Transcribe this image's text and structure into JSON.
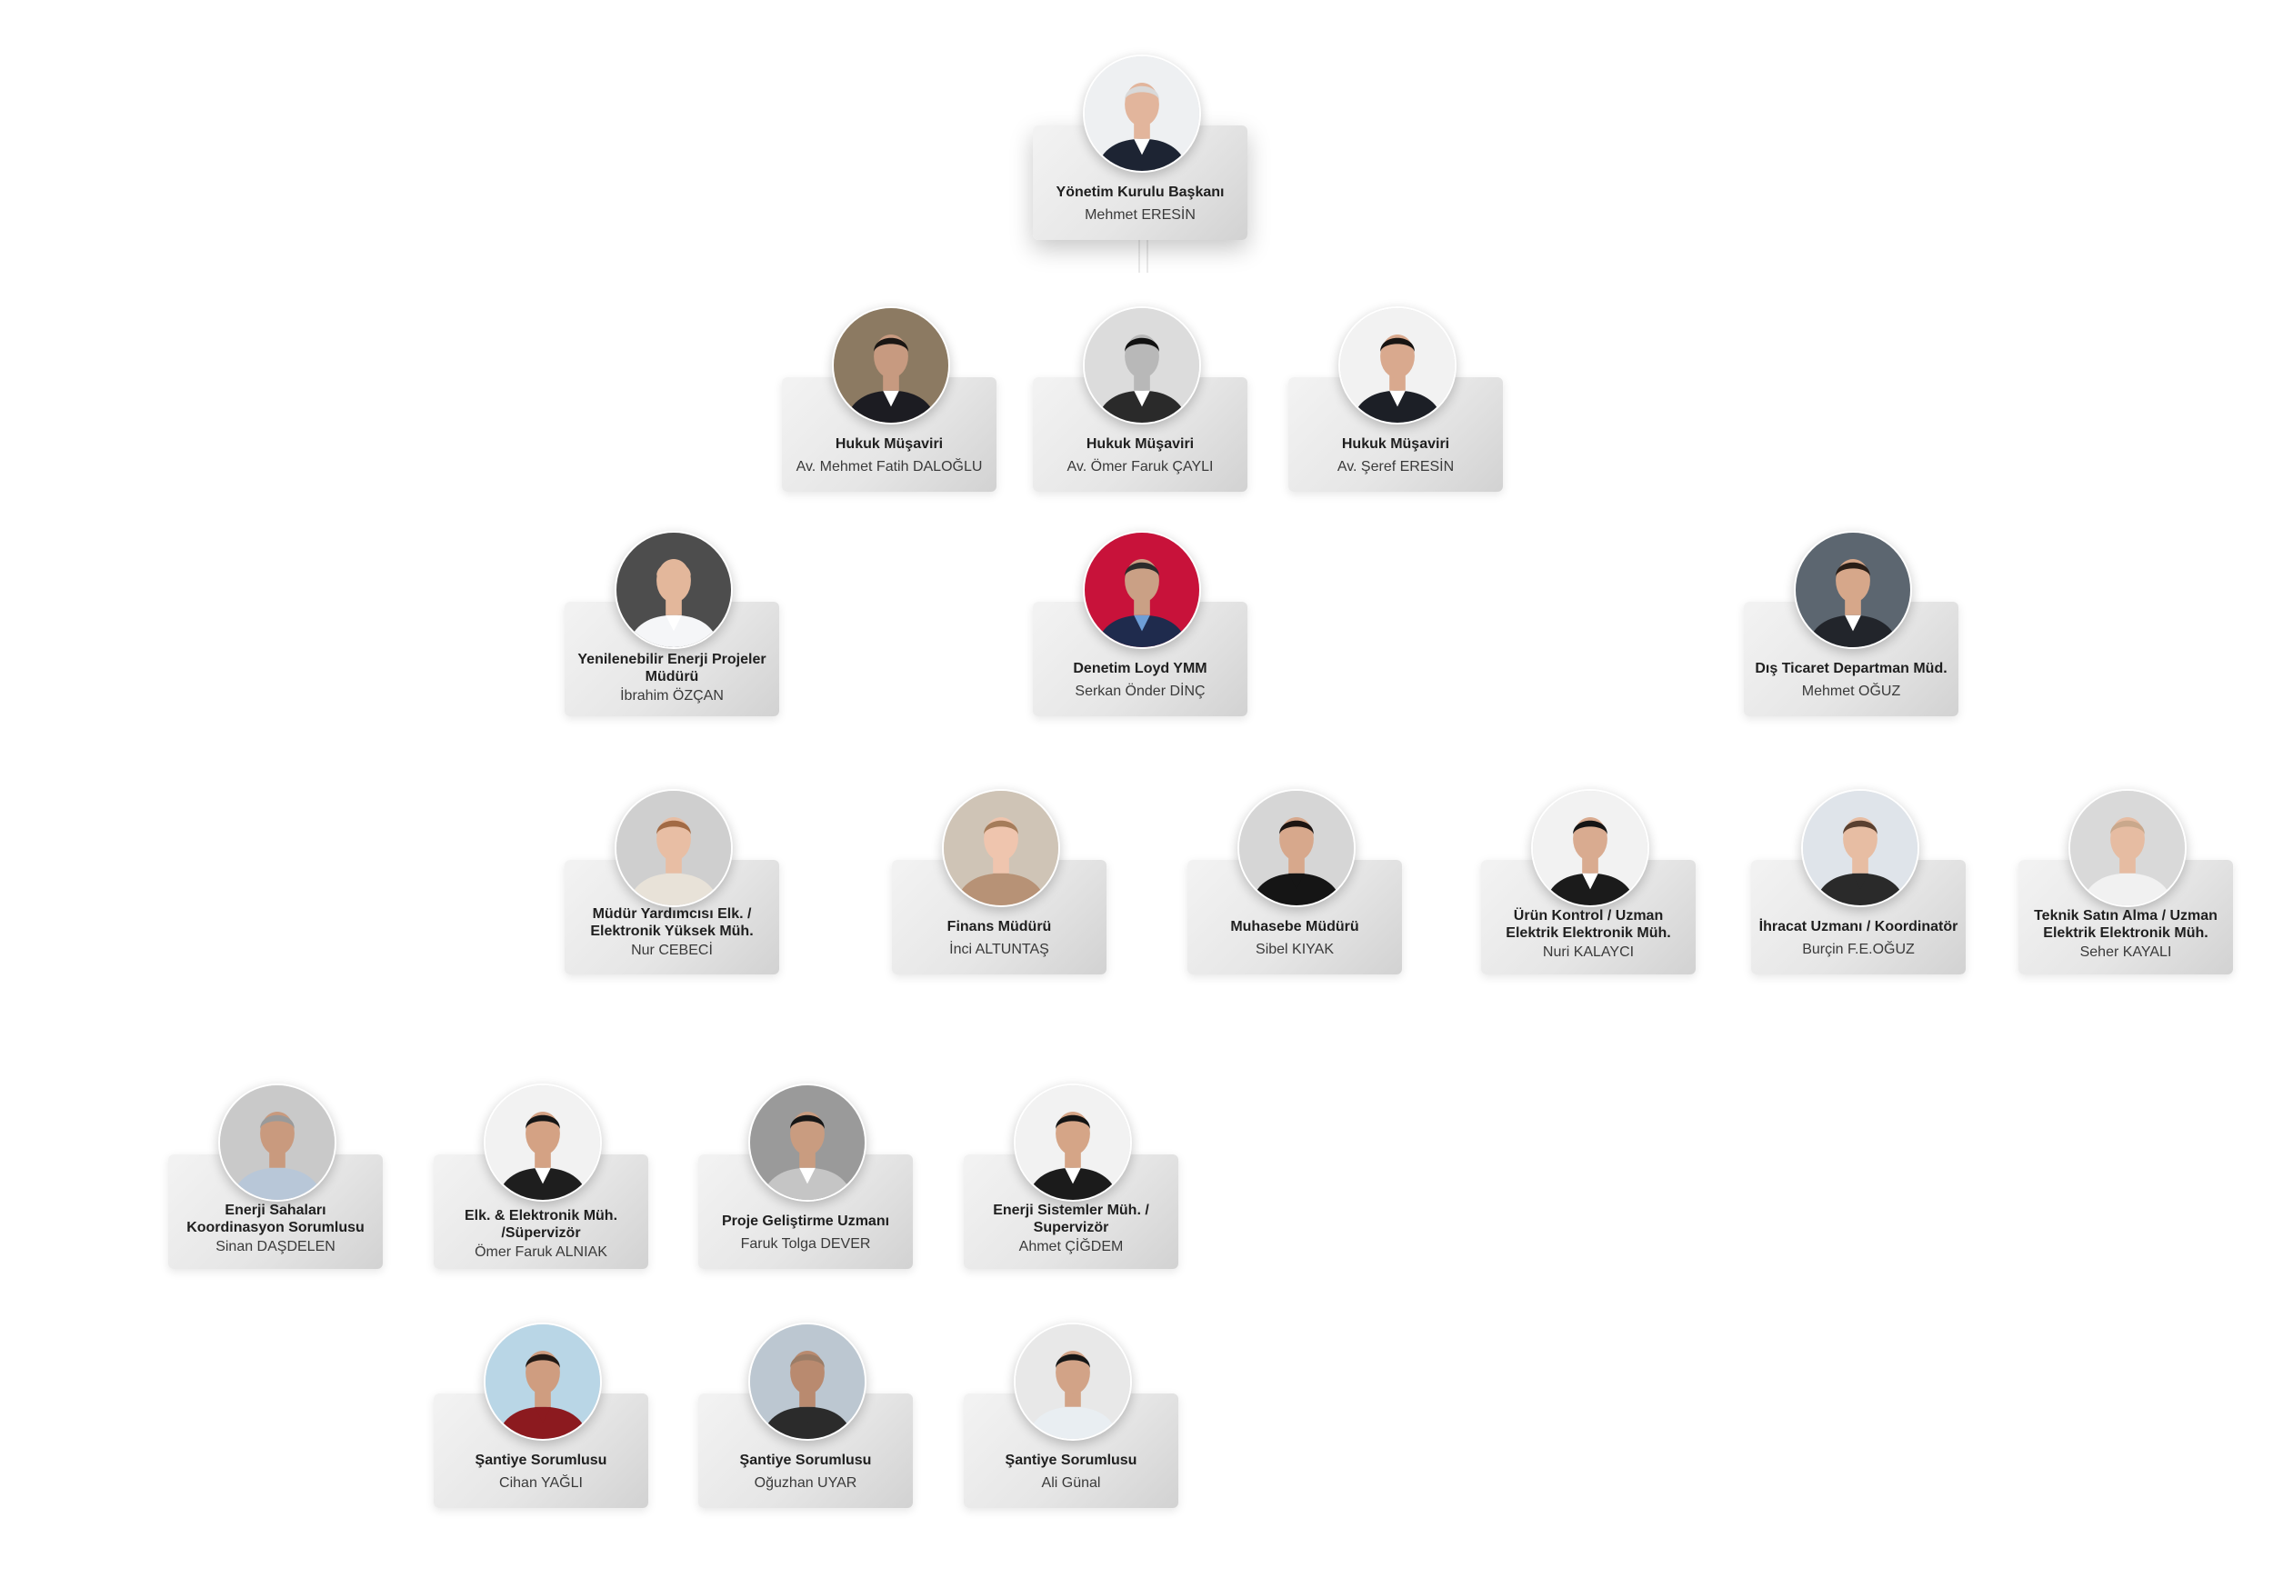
{
  "nodes": [
    {
      "role": "Yönetim Kurulu Başkanı",
      "name": "Mehmet ERESİN",
      "bg": "#eef0f2",
      "shirt": "#1d2433",
      "collar": "#ffffff",
      "hair": "#d9d9d9",
      "skin": "#e2b59c"
    },
    {
      "role": "Hukuk Müşaviri",
      "name": "Av. Mehmet Fatih DALOĞLU",
      "bg": "#8c7a62",
      "shirt": "#1c1c22",
      "collar": "#ffffff",
      "hair": "#1a1613",
      "skin": "#c79a80"
    },
    {
      "role": "Hukuk Müşaviri",
      "name": "Av. Ömer Faruk ÇAYLI",
      "bg": "#dcdcdc",
      "shirt": "#2a2a2a",
      "collar": "#ffffff",
      "hair": "#111111",
      "skin": "#b8b8b8"
    },
    {
      "role": "Hukuk Müşaviri",
      "name": "Av. Şeref ERESİN",
      "bg": "#f2f2f2",
      "shirt": "#1c1f26",
      "collar": "#ffffff",
      "hair": "#181412",
      "skin": "#d9a98e"
    },
    {
      "role": "Yenilenebilir Enerji Projeler Müdürü",
      "name": "İbrahim ÖZÇAN",
      "bg": "#4d4d4d",
      "shirt": "#f5f6f8",
      "collar": "#ffffff",
      "hair": "#e3b79b",
      "skin": "#e3b79b"
    },
    {
      "role": "Denetim Loyd YMM",
      "name": "Serkan Önder DİNÇ",
      "bg": "#c8123a",
      "shirt": "#1f2b4d",
      "collar": "#6e9ed6",
      "hair": "#2b2b2b",
      "skin": "#caa085"
    },
    {
      "role": "Dış Ticaret Departman Müd.",
      "name": "Mehmet OĞUZ",
      "bg": "#5c6670",
      "shirt": "#22252b",
      "collar": "#ffffff",
      "hair": "#2a1e17",
      "skin": "#d6a78a"
    },
    {
      "role": "Müdür Yardımcısı Elk. / Elektronik Yüksek Müh.",
      "name": "Nur CEBECİ",
      "bg": "#cfcfcf",
      "shirt": "#e8e2d8",
      "collar": "#e8e2d8",
      "hair": "#a26a44",
      "skin": "#e8bea4"
    },
    {
      "role": "Finans Müdürü",
      "name": "İnci ALTUNTAŞ",
      "bg": "#cfc4b6",
      "shirt": "#b79276",
      "collar": "#b79276",
      "hair": "#a57c5a",
      "skin": "#efc5ae"
    },
    {
      "role": "Muhasebe Müdürü",
      "name": "Sibel KIYAK",
      "bg": "#d6d6d6",
      "shirt": "#151515",
      "collar": "#151515",
      "hair": "#1d1512",
      "skin": "#d7a88c"
    },
    {
      "role": "Ürün Kontrol / Uzman Elektrik Elektronik Müh.",
      "name": "Nuri KALAYCI",
      "bg": "#f2f2f2",
      "shirt": "#1b1b1b",
      "collar": "#ffffff",
      "hair": "#151515",
      "skin": "#d9ab90"
    },
    {
      "role": "İhracat Uzmanı / Koordinatör",
      "name": "Burçin F.E.OĞUZ",
      "bg": "#dfe4ea",
      "shirt": "#2a2a2a",
      "collar": "#2a2a2a",
      "hair": "#5a4030",
      "skin": "#e7bda3"
    },
    {
      "role": "Teknik Satın Alma / Uzman Elektrik Elektronik Müh.",
      "name": "Seher KAYALI",
      "bg": "#d9d9d9",
      "shirt": "#f1f1f1",
      "collar": "#f1f1f1",
      "hair": "#c9a88c",
      "skin": "#e6bca2"
    },
    {
      "role": "Enerji Sahaları Koordinasyon Sorumlusu",
      "name": "Sinan DAŞDELEN",
      "bg": "#c9c9c9",
      "shirt": "#b8c7d8",
      "collar": "#b8c7d8",
      "hair": "#9a9a9a",
      "skin": "#c99a7e"
    },
    {
      "role": "Elk. & Elektronik Müh. /Süpervizör",
      "name": "Ömer Faruk ALNIAK",
      "bg": "#f2f2f2",
      "shirt": "#1e1e1e",
      "collar": "#ffffff",
      "hair": "#161616",
      "skin": "#d4a284"
    },
    {
      "role": "Proje Geliştirme Uzmanı",
      "name": "Faruk Tolga DEVER",
      "bg": "#9a9a9a",
      "shirt": "#c5c5c5",
      "collar": "#ffffff",
      "hair": "#161616",
      "skin": "#c99c80"
    },
    {
      "role": "Enerji Sistemler Müh. / Supervizör",
      "name": "Ahmet ÇİĞDEM",
      "bg": "#f2f2f2",
      "shirt": "#1b1b1b",
      "collar": "#ffffff",
      "hair": "#141414",
      "skin": "#d5a587"
    },
    {
      "role": "Şantiye Sorumlusu",
      "name": "Cihan YAĞLI",
      "bg": "#b9d6e6",
      "shirt": "#8c1a1f",
      "collar": "#8c1a1f",
      "hair": "#231a15",
      "skin": "#cf9d80"
    },
    {
      "role": "Şantiye Sorumlusu",
      "name": "Oğuzhan UYAR",
      "bg": "#bcc7d1",
      "shirt": "#2b2b2b",
      "collar": "#2b2b2b",
      "hair": "#9b7c66",
      "skin": "#b98a6f"
    },
    {
      "role": "Şantiye Sorumlusu",
      "name": "Ali Günal",
      "bg": "#e8e8e8",
      "shirt": "#e9eef2",
      "collar": "#e9eef2",
      "hair": "#171717",
      "skin": "#d2a387"
    }
  ]
}
